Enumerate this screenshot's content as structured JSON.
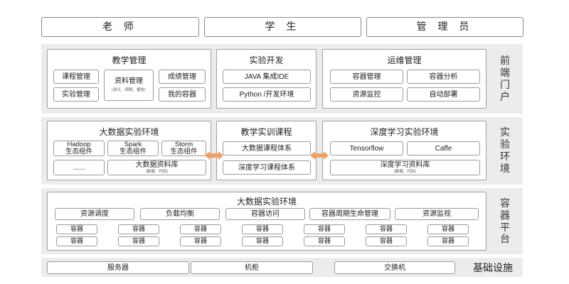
{
  "roles": [
    "老 师",
    "学 生",
    "管 理 员"
  ],
  "portal": {
    "side_label": [
      "前",
      "端",
      "门",
      "户"
    ],
    "teaching_mgmt": {
      "title": "教学管理",
      "course_mgmt": "课程管理",
      "material_mgmt": "资料管理",
      "material_sub": "(讲义、视频、报告)",
      "grade_mgmt": "成绩管理",
      "lab_mgmt": "实验管理",
      "my_containers": "我的容器"
    },
    "lab_dev": {
      "title": "实验开发",
      "java_ide": "JAVA 集成IDE",
      "python_env": "Python /开发环境"
    },
    "ops_mgmt": {
      "title": "运维管理",
      "container_mgmt": "容器管理",
      "container_analysis": "容器分析",
      "resource_monitor": "资源监控",
      "auto_deploy": "自动部署"
    }
  },
  "lab_env": {
    "side_label": [
      "实",
      "验",
      "环",
      "境"
    ],
    "bigdata": {
      "title": "大数据实验环境",
      "hadoop": [
        "Hadoop",
        "生态组件"
      ],
      "spark": [
        "Spark",
        "生态组件"
      ],
      "storm": [
        "Storm",
        "生态组件"
      ],
      "more": "......",
      "library": "大数据资料库",
      "library_sub": "(数据、代码)"
    },
    "course": {
      "title": "教学实训课程",
      "bigdata_system": "大数据课程体系",
      "dl_system": "深度学习课程体系"
    },
    "deep_learning": {
      "title": "深度学习实验环境",
      "tensorflow": "Tensorflow",
      "caffe": "Caffe",
      "library": "深度学习资料库",
      "library_sub": "(数据、代码)"
    }
  },
  "container_platform": {
    "side_label": [
      "容",
      "器",
      "平",
      "台"
    ],
    "title": "大数据实验环境",
    "functions": [
      "资源调度",
      "负载均衡",
      "容器访问",
      "容器周期生命管理",
      "资源监视"
    ],
    "container_label": "容器"
  },
  "infrastructure": {
    "label": "基础设施",
    "items": [
      "服务器",
      "机柜",
      "交换机"
    ]
  },
  "colors": {
    "arrow": "#f0a060",
    "band": "#ececec",
    "border": "#9a9a9a"
  }
}
